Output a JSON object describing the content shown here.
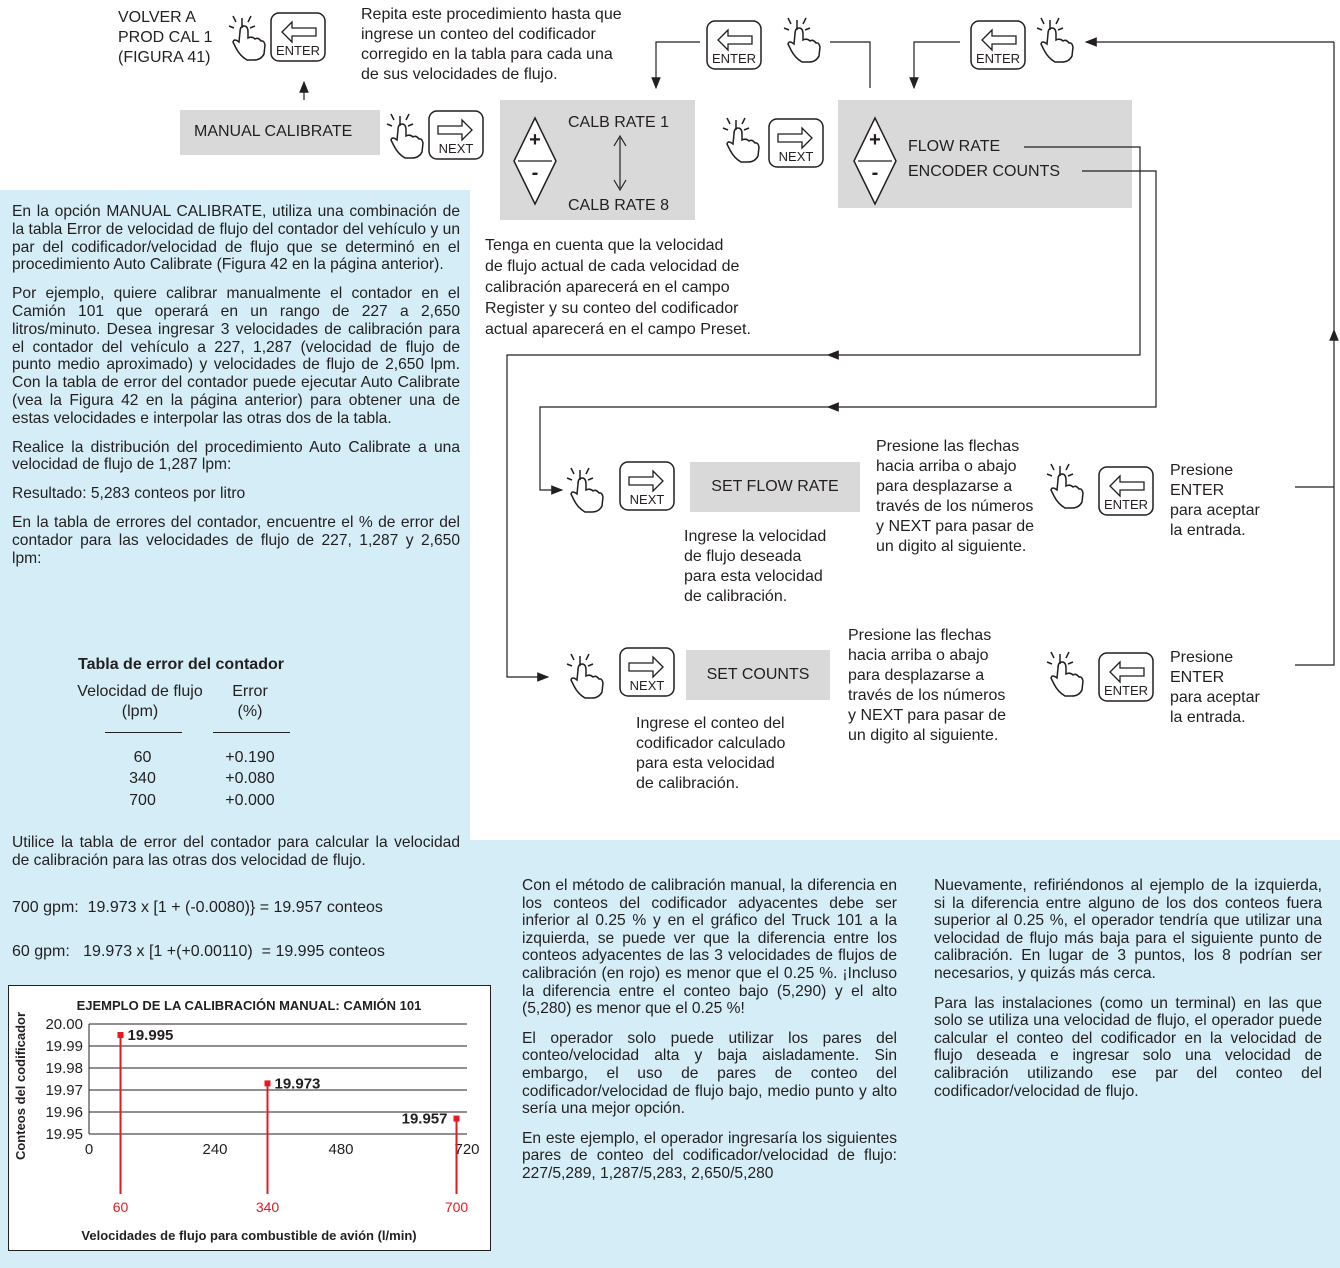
{
  "top": {
    "volver": [
      "VOLVER A",
      "PROD CAL 1",
      "(FIGURA 41)"
    ],
    "repita": [
      "Repita este procedimiento hasta que",
      "ingrese un conteo del codificador",
      "corregido en la tabla para cada una",
      "de sus velocidades de flujo."
    ],
    "manual_calibrate": "MANUAL CALIBRATE",
    "calb_rate_1": "CALB RATE 1",
    "calb_rate_8": "CALB RATE 8",
    "flow_rate": "FLOW RATE",
    "encoder_counts": "ENCODER COUNTS",
    "tenga": [
      "Tenga en cuenta que la velocidad",
      "de flujo actual de cada velocidad de",
      "calibración aparecerá en el campo",
      "Register y su conteo del codificador",
      "actual aparecerá en el campo Preset."
    ],
    "enter_label": "ENTER",
    "next_label": "NEXT",
    "plus": "+",
    "minus": "-"
  },
  "flow": {
    "set_flow_rate": "SET FLOW RATE",
    "set_counts": "SET COUNTS",
    "presione_flechas": [
      "Presione las flechas",
      "hacia arriba o abajo",
      "para desplazarse a",
      "través de los números",
      "y NEXT para pasar de",
      "un digito al siguiente."
    ],
    "presione_enter": [
      "Presione",
      "ENTER",
      "para aceptar",
      "la entrada."
    ],
    "ingrese_velocidad": [
      "Ingrese la velocidad",
      "de flujo deseada",
      "para esta velocidad",
      "de calibración."
    ],
    "ingrese_conteo": [
      "Ingrese el conteo del",
      "codificador calculado",
      "para esta velocidad",
      "de calibración."
    ]
  },
  "left_panel": {
    "p1": "En la opción MANUAL CALIBRATE, utiliza una combinación de la tabla Error de velocidad de flujo del contador del vehículo y un par del codificador/velocidad de flujo que se determinó en el procedimiento Auto Calibrate (Figura 42 en la página anterior).",
    "p2": "Por ejemplo, quiere calibrar manualmente el contador en el Camión 101 que operará en un rango de 227 a 2,650 litros/minuto. Desea ingresar 3 velocidades de calibración para el contador del vehículo a 227, 1,287 (velocidad de flujo de punto medio aproximado) y velocidades de flujo de 2,650 lpm. Con la tabla de error del contador puede ejecutar Auto Calibrate (vea la Figura 42 en la página anterior) para obtener una de estas velocidades e interpolar las otras dos de la tabla.",
    "p3": "Realice la distribución del procedimiento Auto Calibrate a una velocidad de flujo de 1,287 lpm:",
    "p4": "Resultado: 5,283 conteos por litro",
    "p5": "En la tabla de errores del contador, encuentre el % de error del contador para las velocidades de flujo de 227, 1,287 y 2,650 lpm:",
    "table_title": "Tabla de error del contador",
    "col1": [
      "Velocidad de flujo",
      "(lpm)"
    ],
    "col2": [
      "Error",
      "(%)"
    ],
    "rows": [
      [
        "60",
        "+0.190"
      ],
      [
        "340",
        "+0.080"
      ],
      [
        "700",
        "+0.000"
      ]
    ],
    "p6": "Utilice la tabla de error del contador para calcular la velocidad de calibración para las otras dos velocidad de flujo.",
    "calc1": "700 gpm:  19.973 x [1 + (-0.0080)} = 19.957 conteos",
    "calc2": "60 gpm:   19.973 x [1 +(+0.00110)  = 19.995 conteos"
  },
  "chart_data": {
    "type": "scatter",
    "title": "EJEMPLO DE LA CALIBRACIÓN MANUAL: CAMIÓN 101",
    "xlabel": "Velocidades de flujo para combustible de avión (l/min)",
    "ylabel": "Conteos del codificador",
    "xlim": [
      0,
      720
    ],
    "ylim": [
      19.95,
      20.0
    ],
    "x_ticks": [
      "0",
      "240",
      "480",
      "720"
    ],
    "y_ticks": [
      "20.00",
      "19.99",
      "19.98",
      "19.97",
      "19.96",
      "19.95"
    ],
    "points": [
      {
        "x": 60,
        "y": 19.995,
        "label": "19.995",
        "x_label": "60"
      },
      {
        "x": 340,
        "y": 19.973,
        "label": "19.973",
        "x_label": "340"
      },
      {
        "x": 700,
        "y": 19.957,
        "label": "19.957",
        "x_label": "700"
      }
    ],
    "colors": {
      "marker": "#e31b23"
    }
  },
  "bottom": {
    "col1": [
      "Con el método de calibración manual, la diferencia en los conteos del codificador adyacentes debe ser inferior al 0.25 % y en el gráfico del Truck 101 a la izquierda, se puede ver que la diferencia entre los conteos adyacentes de las 3 velocidades de flujos de calibración (en rojo) es menor que el 0.25 %. ¡Incluso la diferencia entre el conteo bajo (5,290) y el alto (5,280) es menor que el 0.25 %!",
      "El operador solo puede utilizar los pares del conteo/velocidad alta y baja aisladamente. Sin embargo, el uso de pares de conteo del codificador/velocidad de flujo bajo, medio punto y alto sería una mejor opción.",
      "En este ejemplo, el operador ingresaría los siguientes pares de conteo del codificador/velocidad de flujo: 227/5,289, 1,287/5,283, 2,650/5,280"
    ],
    "col2": [
      "Nuevamente, refiriéndonos al ejemplo de la izquierda, si la diferencia entre alguno de los dos conteos fuera superior al 0.25 %, el operador tendría que utilizar una velocidad de flujo más baja para el siguiente punto de calibración. En lugar de 3 puntos, los 8 podrían ser necesarios, y quizás más cerca.",
      "Para las instalaciones (como un terminal) en las que solo se utiliza una velocidad de flujo, el operador puede calcular el conteo del codificador en la velocidad de flujo deseada e ingresar solo una velocidad de calibración utilizando ese par del conteo del codificador/velocidad de flujo."
    ]
  },
  "colors": {
    "panel": "#d5edf6",
    "box": "#d9d9d9",
    "red": "#e31b23"
  }
}
